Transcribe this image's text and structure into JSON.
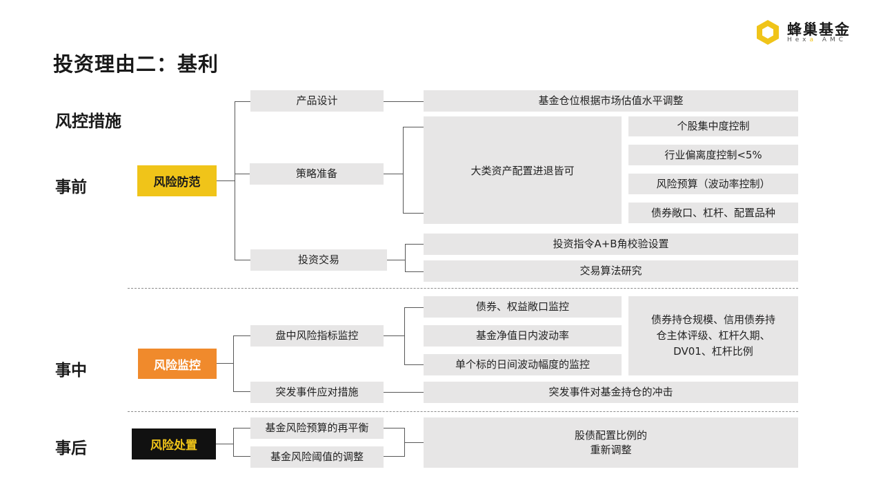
{
  "logo": {
    "cn": "蜂巢基金",
    "en_pre": "Hex",
    "en_accent": "a",
    "en_post": " AMC",
    "accent_color": "#f0c419"
  },
  "title": "投资理由二：基利",
  "subtitle": "风控措施",
  "phases": {
    "before": "事前",
    "during": "事中",
    "after": "事后"
  },
  "categories": {
    "prevention": {
      "label": "风险防范",
      "bg": "#f0c419",
      "fg": "#1a1a1a"
    },
    "monitoring": {
      "label": "风险监控",
      "bg": "#f08a2c",
      "fg": "#ffffff"
    },
    "disposal": {
      "label": "风险处置",
      "bg": "#111111",
      "fg": "#f0c419"
    }
  },
  "before": {
    "product_design": {
      "label": "产品设计",
      "detail": "基金仓位根据市场估值水平调整"
    },
    "strategy": {
      "label": "策略准备",
      "main": "大类资产配置进退皆可",
      "items": [
        "个股集中度控制",
        "行业偏离度控制<5%",
        "风险预算（波动率控制）",
        "债券敞口、杠杆、配置品种"
      ]
    },
    "trading": {
      "label": "投资交易",
      "items": [
        "投资指令A+B角校验设置",
        "交易算法研究"
      ]
    }
  },
  "during": {
    "intraday": {
      "label": "盘中风险指标监控",
      "items": [
        "债券、权益敞口监控",
        "基金净值日内波动率",
        "单个标的日间波动幅度的监控"
      ],
      "side_lines": [
        "债券持仓规模、信用债券持",
        "仓主体评级、杠杆久期、",
        "DV01、杠杆比例"
      ]
    },
    "emergency": {
      "label": "突发事件应对措施",
      "detail": "突发事件对基金持仓的冲击"
    }
  },
  "after": {
    "items": [
      "基金风险预算的再平衡",
      "基金风险阈值的调整"
    ],
    "result_lines": [
      "股债配置比例的",
      "重新调整"
    ]
  }
}
